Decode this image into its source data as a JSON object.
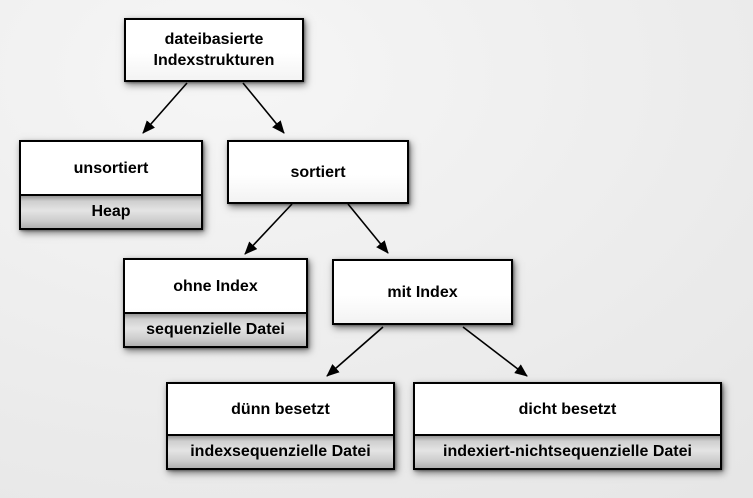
{
  "diagram": {
    "title": "dateibasierte Indexstrukturen",
    "language": "de",
    "nodes": [
      {
        "id": "root",
        "label": "dateibasierte Indexstrukturen",
        "sublabel": null
      },
      {
        "id": "unsortiert",
        "label": "unsortiert",
        "sublabel": "Heap"
      },
      {
        "id": "sortiert",
        "label": "sortiert",
        "sublabel": null
      },
      {
        "id": "ohne-index",
        "label": "ohne Index",
        "sublabel": "sequenzielle Datei"
      },
      {
        "id": "mit-index",
        "label": "mit Index",
        "sublabel": null
      },
      {
        "id": "duenn-besetzt",
        "label": "dünn besetzt",
        "sublabel": "indexsequenzielle Datei"
      },
      {
        "id": "dicht-besetzt",
        "label": "dicht besetzt",
        "sublabel": "indexiert-nichtsequenzielle Datei"
      }
    ],
    "edges": [
      {
        "from": "root",
        "to": "unsortiert"
      },
      {
        "from": "root",
        "to": "sortiert"
      },
      {
        "from": "sortiert",
        "to": "ohne-index"
      },
      {
        "from": "sortiert",
        "to": "mit-index"
      },
      {
        "from": "mit-index",
        "to": "duenn-besetzt"
      },
      {
        "from": "mit-index",
        "to": "dicht-besetzt"
      }
    ],
    "colors": {
      "background": "#ececec",
      "box_fill": "#ffffff",
      "box_border": "#000000",
      "sublabel_fill_light": "#e4e4e4",
      "sublabel_fill_dark": "#a0a0a0",
      "arrow": "#000000",
      "text": "#000000"
    }
  }
}
